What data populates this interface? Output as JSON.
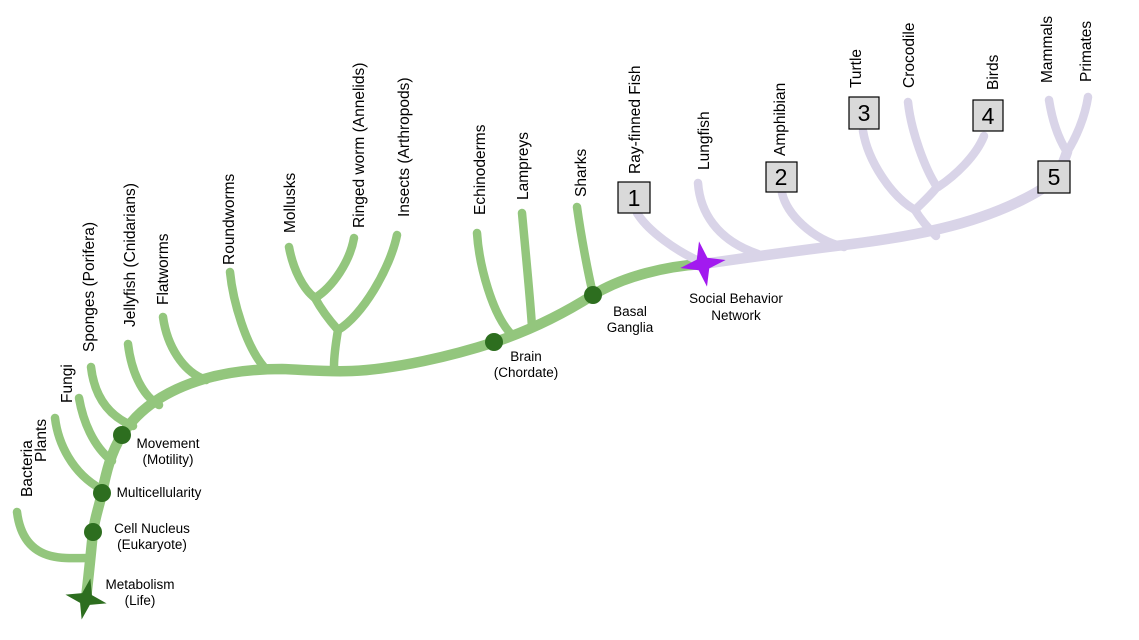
{
  "figure": {
    "description": "Phylogenetic tree of life leading to the Social Behavior Network",
    "colors": {
      "branch_green": "#93c67d",
      "node_dark_green": "#2d6e1f",
      "branch_lavender": "#d9d4e8",
      "star_purple": "#a21aef",
      "marker_box_fill": "#d9d9d9",
      "marker_box_border": "#000000",
      "text": "#000000",
      "background": "#ffffff"
    },
    "green_tips": [
      {
        "label": "Bacteria"
      },
      {
        "label": "Plants"
      },
      {
        "label": "Fungi"
      },
      {
        "label": "Sponges (Porifera)"
      },
      {
        "label": "Jellyfish (Cnidarians)"
      },
      {
        "label": "Flatworms"
      },
      {
        "label": "Roundworms"
      },
      {
        "label": "Mollusks"
      },
      {
        "label": "Ringed worm (Annelids)"
      },
      {
        "label": "Insects (Arthropods)"
      },
      {
        "label": "Echinoderms"
      },
      {
        "label": "Lampreys"
      },
      {
        "label": "Sharks"
      }
    ],
    "lavender_tips": [
      {
        "label": "Ray-finned Fish",
        "marker": "1"
      },
      {
        "label": "Lungfish",
        "marker": ""
      },
      {
        "label": "Amphibian",
        "marker": "2"
      },
      {
        "label": "Turtle",
        "marker": "3"
      },
      {
        "label": "Crocodile",
        "marker": ""
      },
      {
        "label": "Birds",
        "marker": "4"
      },
      {
        "label": "Mammals",
        "marker": "5"
      },
      {
        "label": "Primates",
        "marker": "5"
      }
    ],
    "markers": [
      {
        "number": "1"
      },
      {
        "number": "2"
      },
      {
        "number": "3"
      },
      {
        "number": "4"
      },
      {
        "number": "5"
      }
    ],
    "nodes": [
      {
        "id": "metabolism",
        "line1": "Metabolism",
        "line2": "(Life)",
        "symbol": "green-star"
      },
      {
        "id": "cell-nucleus",
        "line1": "Cell Nucleus",
        "line2": "(Eukaryote)",
        "symbol": "dot"
      },
      {
        "id": "multicellularity",
        "line1": "Multicellularity",
        "line2": "",
        "symbol": "dot"
      },
      {
        "id": "movement",
        "line1": "Movement",
        "line2": "(Motility)",
        "symbol": "dot"
      },
      {
        "id": "brain",
        "line1": "Brain",
        "line2": "(Chordate)",
        "symbol": "dot"
      },
      {
        "id": "basal-ganglia",
        "line1": "Basal",
        "line2": "Ganglia",
        "symbol": "dot"
      },
      {
        "id": "social-behavior-network",
        "line1": "Social Behavior",
        "line2": "Network",
        "symbol": "purple-star"
      }
    ]
  }
}
